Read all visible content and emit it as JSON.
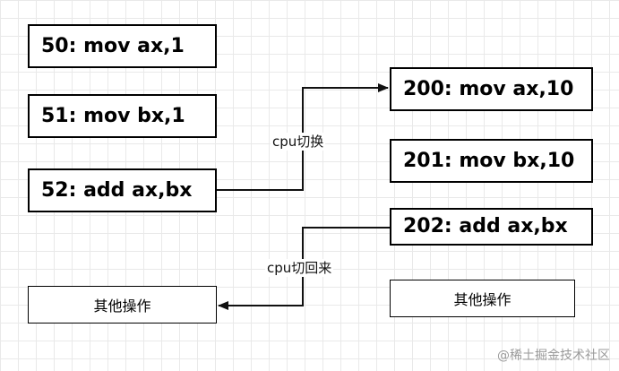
{
  "left_column": {
    "instr_50": "50: mov ax,1",
    "instr_51": "51: mov bx,1",
    "instr_52": "52: add ax,bx",
    "other_ops": "其他操作"
  },
  "right_column": {
    "instr_200": "200: mov ax,10",
    "instr_201": "201: mov bx,10",
    "instr_202": "202: add ax,bx",
    "other_ops": "其他操作"
  },
  "edges": {
    "switch_out": "cpu切换",
    "switch_back": "cpu切回来"
  },
  "watermark": "@稀土掘金技术社区"
}
